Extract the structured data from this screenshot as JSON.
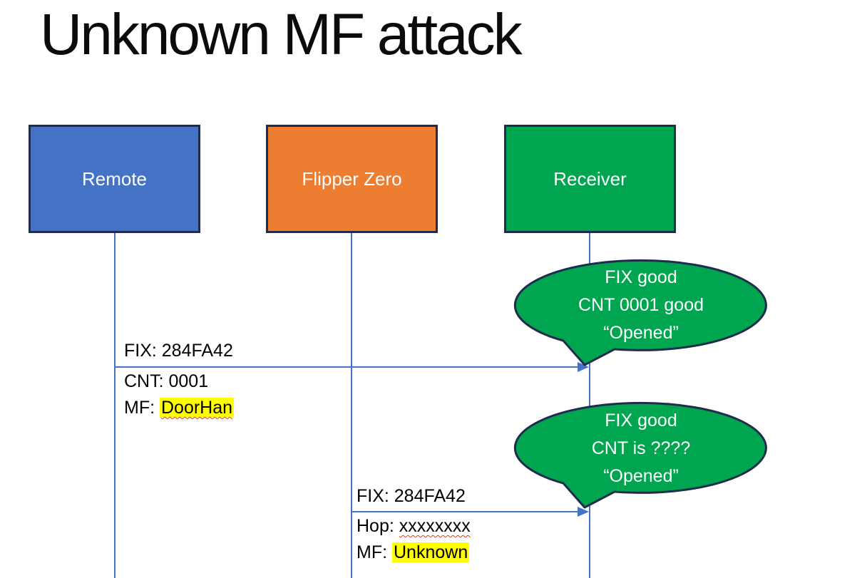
{
  "title": "Unknown MF attack",
  "actors": [
    {
      "label": "Remote",
      "fill": "#4472c4"
    },
    {
      "label": "Flipper Zero",
      "fill": "#ed7d31"
    },
    {
      "label": "Receiver",
      "fill": "#00a64f"
    }
  ],
  "messages": [
    {
      "from": "Remote",
      "to": "Receiver",
      "line1": "FIX: 284FA42",
      "line2": "CNT: 0001",
      "line3_prefix": "MF: ",
      "line3_value": "DoorHan"
    },
    {
      "from": "Flipper Zero",
      "to": "Receiver",
      "line1": "FIX: 284FA42",
      "line2_prefix": "Hop: ",
      "line2_value": "xxxxxxxx",
      "line3_prefix": "MF: ",
      "line3_value": "Unknown"
    }
  ],
  "bubbles": [
    {
      "lines": [
        "FIX good",
        "CNT 0001 good",
        "“Opened”"
      ]
    },
    {
      "lines": [
        "FIX good",
        "CNT is ????",
        "“Opened”"
      ]
    }
  ],
  "colors": {
    "actor_border": "#1f2c4d",
    "lifeline_and_arrows": "#4472c4",
    "bubble_fill": "#00a64f",
    "highlight": "#ffff00",
    "spellcheck_underline": "#ff2a00",
    "text_on_shapes": "#ffffff",
    "label_text": "#000000"
  }
}
